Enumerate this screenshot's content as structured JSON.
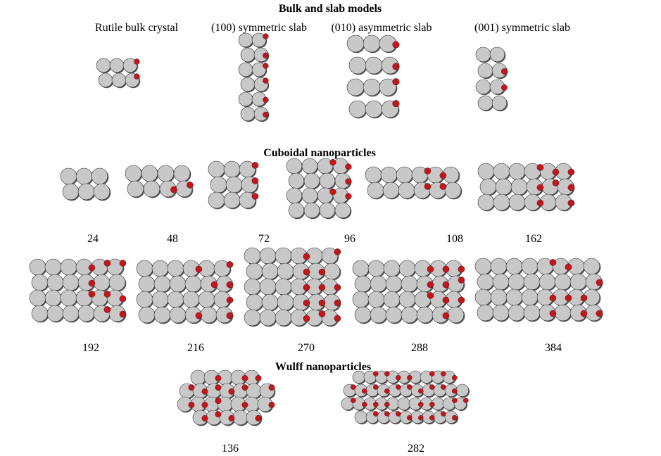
{
  "sections": {
    "bulk": "Bulk and slab models",
    "cuboidal": "Cuboidal nanoparticles",
    "wulff": "Wulff nanoparticles"
  },
  "bulk_models": [
    {
      "label": "Rutile bulk crystal"
    },
    {
      "label": "(100) symmetric slab"
    },
    {
      "label": "(010) asymmetric slab"
    },
    {
      "label": "(001) symmetric slab"
    }
  ],
  "cuboidal_row1": [
    {
      "label": "24"
    },
    {
      "label": "48"
    },
    {
      "label": "72"
    },
    {
      "label": "96"
    },
    {
      "label": "108"
    },
    {
      "label": "162"
    }
  ],
  "cuboidal_row2": [
    {
      "label": "192"
    },
    {
      "label": "216"
    },
    {
      "label": "270"
    },
    {
      "label": "288"
    },
    {
      "label": "384"
    }
  ],
  "wulff_models": [
    {
      "label": "136"
    },
    {
      "label": "282"
    }
  ],
  "colors": {
    "ti_atom": "#c8c8c8",
    "o_atom": "#c0171c",
    "atom_outline": "#333333"
  }
}
